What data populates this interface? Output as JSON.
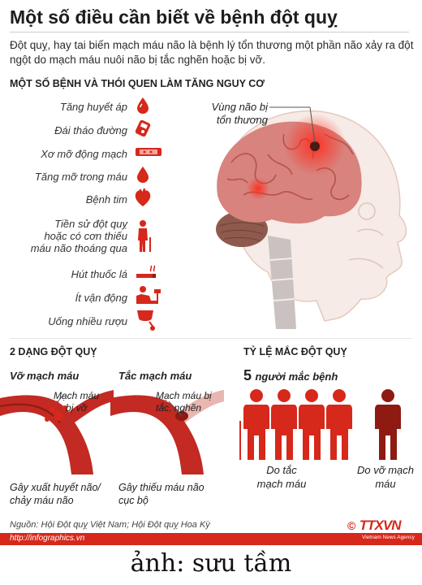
{
  "header": {
    "title": "Một số điều cần biết về bệnh đột quỵ",
    "intro": "Đột quỵ, hay tai biến mạch máu não là bệnh lý tổn thương một phần não xảy ra đột ngột do mạch máu nuôi não bị tắc nghẽn hoặc bị vỡ."
  },
  "risks": {
    "heading": "MỘT SỐ BỆNH VÀ THÓI QUEN LÀM TĂNG NGUY CƠ",
    "items": [
      {
        "label": "Tăng huyết áp",
        "icon": "blood-drop-icon"
      },
      {
        "label": "Đái tháo đường",
        "icon": "glucose-meter-icon"
      },
      {
        "label": "Xơ mỡ động mạch",
        "icon": "artery-icon"
      },
      {
        "label": "Tăng mỡ trong máu",
        "icon": "blood-drop-icon"
      },
      {
        "label": "Bệnh tim",
        "icon": "heart-icon"
      },
      {
        "label": "Tiền sử đột quỵ hoặc có cơn thiếu máu não thoáng qua",
        "icon": "elderly-person-icon"
      },
      {
        "label": "Hút thuốc lá",
        "icon": "cigarette-icon"
      },
      {
        "label": "Ít vận động",
        "icon": "couch-person-icon"
      },
      {
        "label": "Uống nhiều rượu",
        "icon": "wine-glass-icon"
      }
    ]
  },
  "brain": {
    "label": "Vùng não bị tổn thương"
  },
  "types": {
    "heading": "2 DẠNG ĐỘT QUỴ",
    "rupture": {
      "title": "Vỡ mạch máu",
      "callout": "Mạch máu bị vỡ",
      "desc": "Gây xuất huyết não/ chảy máu não"
    },
    "blockage": {
      "title": "Tắc mạch máu",
      "callout": "Mạch máu bị tắc, nghẽn",
      "desc": "Gây thiếu máu não cục bộ"
    }
  },
  "ratio": {
    "heading": "TỶ LỆ MẮC ĐỘT QUỴ",
    "count": "5",
    "count_label": "người mắc bệnh",
    "blocked_label": "Do tắc mạch máu",
    "rupture_label": "Do vỡ mạch máu",
    "blocked_people": 4,
    "rupture_people": 1,
    "blocked_color": "#d6281b",
    "rupture_color": "#8e1a12"
  },
  "footer": {
    "source": "Nguồn: Hội Đột quỵ Việt Nam; Hội Đột quỵ Hoa Kỳ",
    "url": "http://infographics.vn",
    "brand": "TTXVN",
    "brand_sub": "Vietnam News Agency",
    "copyright": "©"
  },
  "caption": "ảnh: sưu tầm",
  "colors": {
    "accent": "#d6281b"
  }
}
